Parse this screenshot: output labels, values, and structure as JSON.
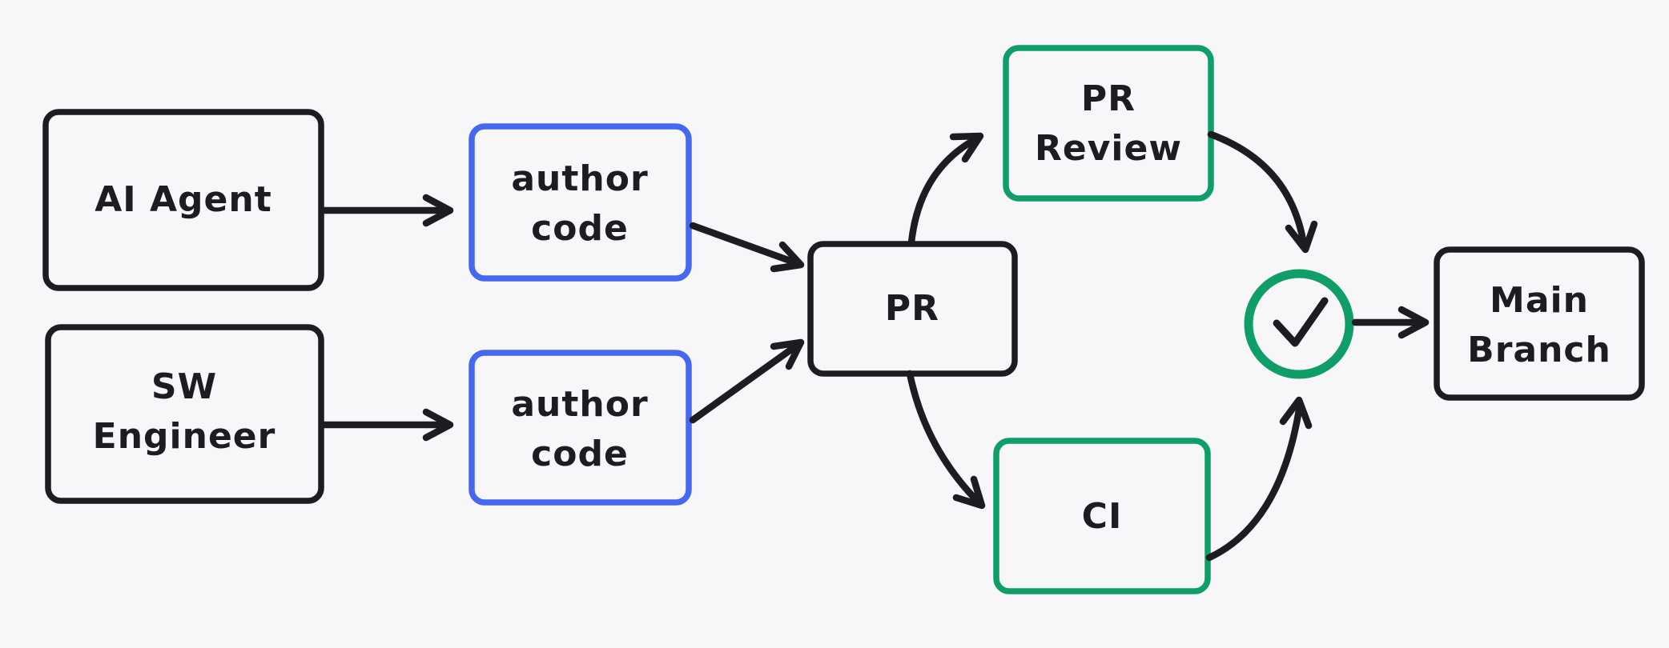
{
  "diagram": {
    "colors": {
      "background": "#f7f7fa",
      "ink": "#1d1d21",
      "blue": "#4568ee",
      "green": "#0f9e68"
    },
    "nodes": {
      "ai_agent": {
        "label": "AI Agent",
        "border_color": "#1d1d21"
      },
      "sw_engineer": {
        "line1": "SW",
        "line2": "Engineer",
        "border_color": "#1d1d21"
      },
      "author_code_top": {
        "line1": "author",
        "line2": "code",
        "border_color": "#4568ee"
      },
      "author_code_bottom": {
        "line1": "author",
        "line2": "code",
        "border_color": "#4568ee"
      },
      "pr": {
        "label": "PR",
        "border_color": "#1d1d21"
      },
      "pr_review": {
        "line1": "PR",
        "line2": "Review",
        "border_color": "#0f9e68"
      },
      "ci": {
        "label": "CI",
        "border_color": "#0f9e68"
      },
      "approval": {
        "icon": "check-icon",
        "border_color": "#0f9e68"
      },
      "main_branch": {
        "line1": "Main",
        "line2": "Branch",
        "border_color": "#1d1d21"
      }
    },
    "edges": [
      {
        "from": "ai_agent",
        "to": "author_code_top"
      },
      {
        "from": "sw_engineer",
        "to": "author_code_bottom"
      },
      {
        "from": "author_code_top",
        "to": "pr"
      },
      {
        "from": "author_code_bottom",
        "to": "pr"
      },
      {
        "from": "pr",
        "to": "pr_review"
      },
      {
        "from": "pr",
        "to": "ci"
      },
      {
        "from": "pr_review",
        "to": "approval"
      },
      {
        "from": "ci",
        "to": "approval"
      },
      {
        "from": "approval",
        "to": "main_branch"
      }
    ]
  }
}
